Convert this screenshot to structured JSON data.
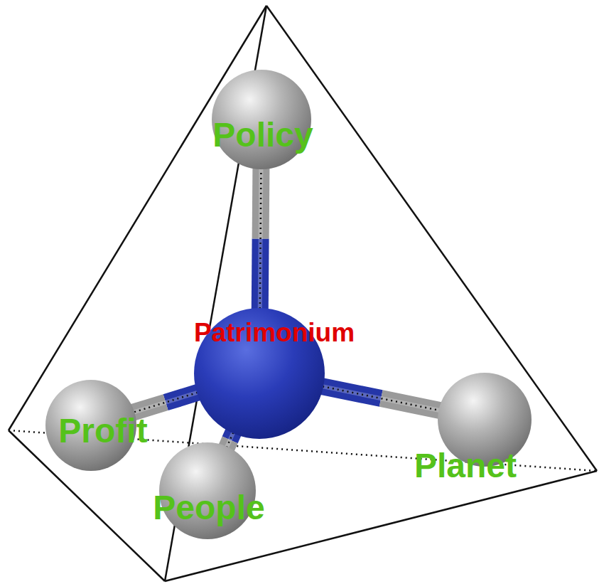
{
  "diagram": {
    "nodes": [
      {
        "text": [
          "Policy"
        ]
      },
      {
        "text": [
          "Patrimonium"
        ]
      },
      {
        "text": [
          "Profit"
        ]
      },
      {
        "text": [
          "Planet"
        ]
      },
      {
        "text": [
          "People"
        ]
      }
    ],
    "edges": [
      {
        "from": 1,
        "to": 0,
        "arrow": "none"
      },
      {
        "from": 1,
        "to": 2,
        "arrow": "none"
      },
      {
        "from": 1,
        "to": 3,
        "arrow": "none"
      },
      {
        "from": 1,
        "to": 4,
        "arrow": "none"
      }
    ]
  }
}
